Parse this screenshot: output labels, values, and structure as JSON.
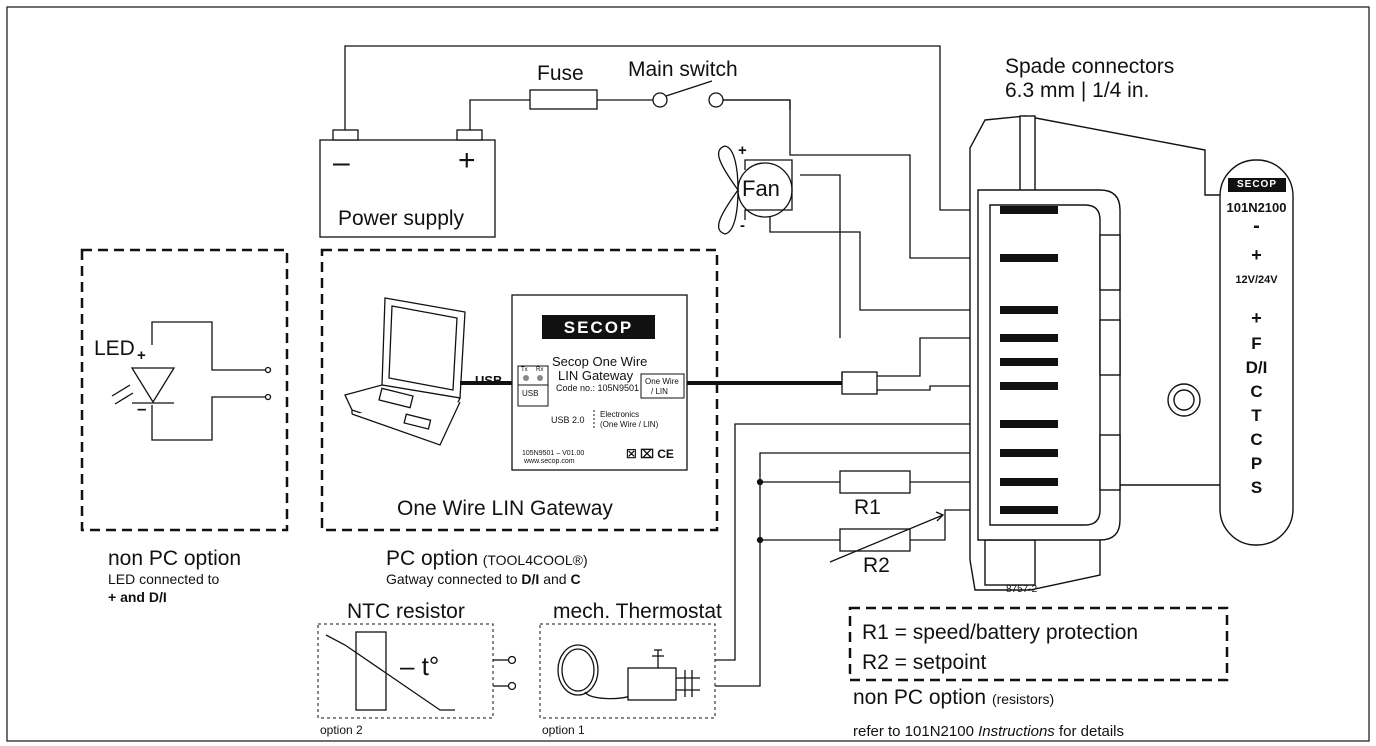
{
  "labels": {
    "fuse": "Fuse",
    "main_switch": "Main switch",
    "spade_line1": "Spade connectors",
    "spade_line2": "6.3 mm | 1/4 in.",
    "battery_minus": "–",
    "battery_plus": "+",
    "power_supply": "Power supply",
    "fan": "Fan",
    "fan_plus": "+",
    "fan_minus": "-",
    "led": "LED",
    "led_plus": "+",
    "led_minus": "–",
    "usb": "USB",
    "one_wire_lin_gateway": "One Wire LIN Gateway",
    "r1": "R1",
    "r2": "R2",
    "non_pc_title": "non PC option",
    "non_pc_line1": "LED connected to",
    "non_pc_line2_pre": "+ and ",
    "non_pc_line2_bold": "D/I",
    "pc_option_title": "PC option",
    "pc_option_tool": "(TOOL4COOL®)",
    "pc_line_pre": "Gatway connected to ",
    "pc_line_bold1": "D/I",
    "pc_line_mid": " and ",
    "pc_line_bold2": "C",
    "ntc_title": "NTC resistor",
    "ntc_temp": "– t°",
    "thermo_title": "mech. Thermostat",
    "option2": "option 2",
    "option1": "option 1",
    "figure_code": "8757-2",
    "legend_r1": "R1 = speed/battery protection",
    "legend_r2": "R2 = setpoint",
    "non_pc_resistors_pre": "non PC option ",
    "non_pc_resistors_paren": "(resistors)",
    "refer_pre": "refer to 101N2100 ",
    "refer_italic": "Instructions",
    "refer_post": " for details"
  },
  "gateway_box": {
    "brand": "SECOP",
    "title_line1": "Secop One Wire",
    "title_line2": "LIN Gateway",
    "code": "Code no.: 105N9501",
    "tx": "Tx",
    "rx": "Rx",
    "usb": "USB",
    "one_wire_line1": "One Wire",
    "one_wire_line2": "/ LIN",
    "usb20": "USB 2.0",
    "electronics_line1": "Electronics",
    "electronics_line2": "(One Wire / LIN)",
    "version": "105N9501 – V01.00",
    "website": "www.secop.com",
    "marks": "☒ ⌧ CE"
  },
  "terminal_strip": {
    "brand": "SECOP",
    "model": "101N2100",
    "minus": "-",
    "plus1": "+",
    "voltage": "12V/24V",
    "plus2": "+",
    "terminals": [
      "F",
      "D/I",
      "C",
      "T",
      "C",
      "P",
      "S"
    ]
  }
}
